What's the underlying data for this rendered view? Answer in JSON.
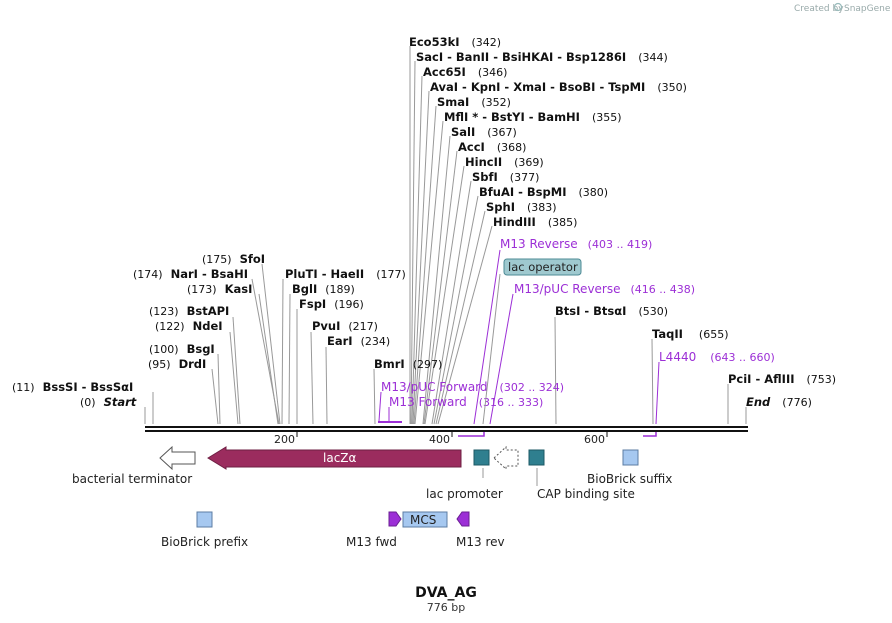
{
  "brand": {
    "prefix": "Created by",
    "name": "SnapGene"
  },
  "map": {
    "name": "DVA_AG",
    "length": "776 bp"
  },
  "ticks": [
    "200",
    "400",
    "600"
  ],
  "sites": [
    {
      "name": "Eco53kI",
      "pos": "(342)"
    },
    {
      "names": [
        "SacI",
        "BanII",
        "BsiHKAI",
        "Bsp1286I"
      ],
      "pos": "(344)"
    },
    {
      "name": "Acc65I",
      "pos": "(346)"
    },
    {
      "names": [
        "AvaI",
        "KpnI",
        "XmaI",
        "BsoBI",
        "TspMI"
      ],
      "pos": "(350)"
    },
    {
      "name": "SmaI",
      "pos": "(352)"
    },
    {
      "names": [
        "MflI *",
        "BstYI",
        "BamHI"
      ],
      "pos": "(355)"
    },
    {
      "name": "SalI",
      "pos": "(367)"
    },
    {
      "name": "AccI",
      "pos": "(368)"
    },
    {
      "name": "HincII",
      "pos": "(369)"
    },
    {
      "name": "SbfI",
      "pos": "(377)"
    },
    {
      "names": [
        "BfuAI",
        "BspMI"
      ],
      "pos": "(380)"
    },
    {
      "name": "SphI",
      "pos": "(383)"
    },
    {
      "name": "HindIII",
      "pos": "(385)"
    },
    {
      "name": "SfoI",
      "pos": "(175)"
    },
    {
      "names": [
        "NarI",
        "BsaHI"
      ],
      "pos": "(174)"
    },
    {
      "name": "KasI",
      "pos": "(173)"
    },
    {
      "names": [
        "PluTI",
        "HaeII"
      ],
      "pos": "(177)"
    },
    {
      "name": "BglI",
      "pos": "(189)"
    },
    {
      "name": "FspI",
      "pos": "(196)"
    },
    {
      "name": "BstAPI",
      "pos": "(123)"
    },
    {
      "name": "NdeI",
      "pos": "(122)"
    },
    {
      "name": "PvuI",
      "pos": "(217)"
    },
    {
      "name": "EarI",
      "pos": "(234)"
    },
    {
      "name": "BsgI",
      "pos": "(100)"
    },
    {
      "name": "DrdI",
      "pos": "(95)"
    },
    {
      "name": "BmrI",
      "pos": "(297)"
    },
    {
      "names": [
        "BssSI",
        "BssSαI"
      ],
      "pos": "(11)"
    },
    {
      "name": "Start",
      "pos": "(0)"
    },
    {
      "names": [
        "BtsI",
        "BtsαI"
      ],
      "pos": "(530)"
    },
    {
      "name": "TaqII",
      "pos": "(655)"
    },
    {
      "names": [
        "PciI",
        "AflIII"
      ],
      "pos": "(753)"
    },
    {
      "name": "End",
      "pos": "(776)"
    }
  ],
  "primers": [
    {
      "name": "M13 Reverse",
      "range": "(403 .. 419)"
    },
    {
      "name": "M13/pUC Reverse",
      "range": "(416 .. 438)"
    },
    {
      "name": "L4440",
      "range": "(643 .. 660)"
    },
    {
      "name": "M13/pUC Forward",
      "range": "(302 .. 324)"
    },
    {
      "name": "M13 Forward",
      "range": "(316 .. 333)"
    }
  ],
  "features": {
    "lac_operator": "lac operator",
    "lacZa": "lacZα",
    "bacterial_terminator": "bacterial terminator",
    "lac_promoter": "lac promoter",
    "cap_binding_site": "CAP binding site",
    "biobrick_suffix": "BioBrick suffix",
    "biobrick_prefix": "BioBrick prefix",
    "m13_fwd": "M13 fwd",
    "mcs": "MCS",
    "m13_rev": "M13 rev"
  },
  "colors": {
    "lacZa": "#9b2c5e",
    "teal": "#2f7f8f",
    "light_blue": "#a6c8f0",
    "purple": "#9c2fd6",
    "operator": "#9fc9cf"
  }
}
